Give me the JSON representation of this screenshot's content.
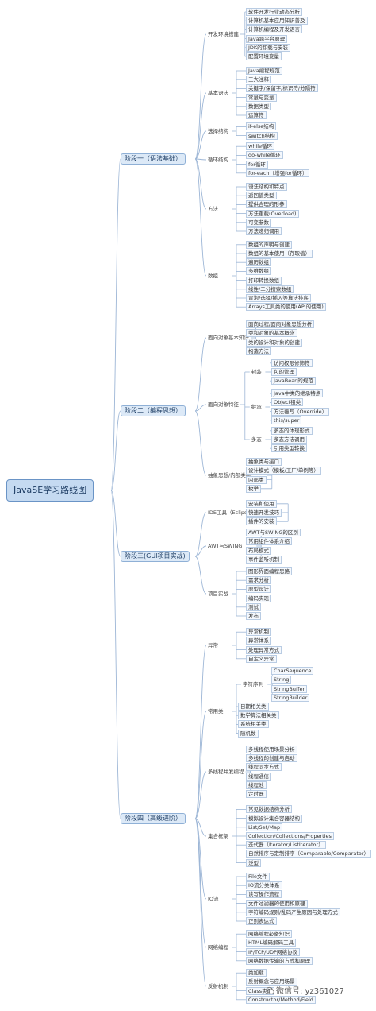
{
  "root": "JavaSE学习路线图",
  "stages": [
    {
      "label": "阶段一（语法基础）",
      "topics": [
        {
          "label": "开发环境搭建",
          "items": [
            "软件开发行业动态分析",
            "计算机基本应用知识普及",
            "计算机编程及开发语言",
            "Java跨平台原理",
            "JDK的卸载与安装",
            "配置环境变量"
          ]
        },
        {
          "label": "基本语法",
          "items": [
            "Java编程规范",
            "三大注释",
            "关键字/保留字/标识符/分隔符",
            "常量与变量",
            "数据类型",
            "运算符"
          ]
        },
        {
          "label": "选择结构",
          "items": [
            "if-else结构",
            "switch结构"
          ]
        },
        {
          "label": "循环结构",
          "items": [
            "while循环",
            "do-while循环",
            "for循环",
            "for-each（增强for循环）"
          ]
        },
        {
          "label": "方法",
          "items": [
            "语法结构和特点",
            "返回值类型",
            "提供合理的形参",
            "方法重载(Overload)",
            "可变参数",
            "方法递归调用"
          ]
        },
        {
          "label": "数组",
          "items": [
            "数组的声明与创建",
            "数组的基本使用（存取值）",
            "遍历数组",
            "多维数组",
            "打印转换数组",
            "线性/二分搜索数组",
            "冒泡/选择/插入等算法排序",
            "Arrays工具类的使用(API的使用)"
          ]
        }
      ]
    },
    {
      "label": "阶段二（编程思想）",
      "topics": [
        {
          "label": "面向对象基本知识",
          "items": [
            "面向过程/面向对象思想分析",
            "类和对象的基本概念",
            "类的设计和对象的创建",
            "构造方法"
          ]
        },
        {
          "label": "面向对象特征",
          "groups": [
            {
              "label": "封装",
              "items": [
                "访问权限修饰符",
                "包的管理",
                "JavaBean的规范"
              ]
            },
            {
              "label": "继承",
              "items": [
                "Java中类的继承特点",
                "Object祖类",
                "方法覆写（Override）",
                "this/super"
              ]
            },
            {
              "label": "多态",
              "items": [
                "多态的体现形式",
                "多态方法调用",
                "引用类型转换"
              ]
            }
          ]
        },
        {
          "label": "抽象思想/内部类/枚举",
          "items": [
            "抽象类与接口",
            "设计模式（模板/工厂/单例等）",
            "内部类",
            "枚举"
          ]
        }
      ]
    },
    {
      "label": "阶段三(GUI项目实战)",
      "topics": [
        {
          "label": "IDE工具（Eclipse）",
          "items": [
            "安装和使用",
            "快速开发技巧",
            "插件的安装"
          ]
        },
        {
          "label": "AWT与SWING",
          "items": [
            "AWT与SWING的区别",
            "常用组件体系介绍",
            "布局模式",
            "事件监听机制"
          ]
        },
        {
          "label": "项目实战",
          "items": [
            "图形界面编程思路",
            "需求分析",
            "原型设计",
            "编码实现",
            "测试",
            "发布"
          ]
        }
      ]
    },
    {
      "label": "阶段四（高级进阶）",
      "topics": [
        {
          "label": "异常",
          "items": [
            "异常机制",
            "异常体系",
            "处理异常方式",
            "自定义异常"
          ]
        },
        {
          "label": "常用类",
          "groups": [
            {
              "label": "字符序列",
              "items": [
                "CharSequence",
                "String",
                "StringBuffer",
                "StringBuilder"
              ]
            }
          ],
          "items": [
            "日期相关类",
            "数学算法相关类",
            "系统相关类",
            "随机数"
          ]
        },
        {
          "label": "多线程并发编程",
          "items": [
            "多线程使用场景分析",
            "多线程的创建与启动",
            "线程同步方式",
            "线程通信",
            "线程池",
            "定时器"
          ]
        },
        {
          "label": "集合框架",
          "items": [
            "常见数据结构分析",
            "模拟设计集合容器结构",
            "List/Set/Map",
            "Collection/Collections/Properties",
            "迭代器（Iterator/ListIterator）",
            "自然排序与定制排序（Comparable/Comparator）",
            "泛型"
          ]
        },
        {
          "label": "IO流",
          "items": [
            "File文件",
            "IO流分类体系",
            "读写操作流程",
            "文件过滤器的使用和原理",
            "字符编码规则/乱码产生原因与处理方式",
            "正则表达式"
          ]
        },
        {
          "label": "网络编程",
          "items": [
            "网络编程必备知识",
            "HTML编码解码工具",
            "IP/TCP/UDP网络协议",
            "网络数据传输的方式和原理"
          ]
        },
        {
          "label": "反射机制",
          "items": [
            "类加载",
            "反射概念与应用场景",
            "Class实例",
            "Constructor/Method/Field"
          ]
        }
      ]
    }
  ],
  "watermark": {
    "text": "微信号: yz361027",
    "icon": "wechat-icon"
  }
}
